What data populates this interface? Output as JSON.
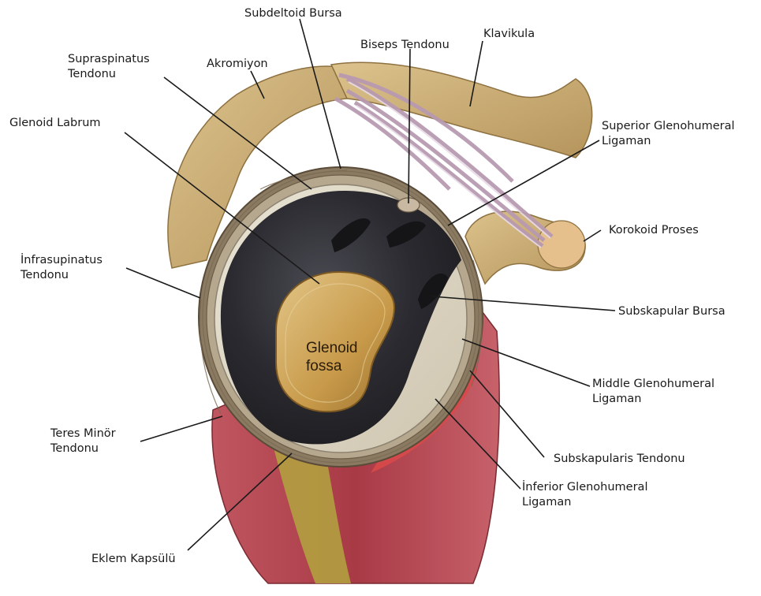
{
  "labels": {
    "subdeltoid_bursa": "Subdeltoid Bursa",
    "biseps_tendonu": "Biseps Tendonu",
    "klavikula": "Klavikula",
    "supraspinatus_line1": "Supraspinatus",
    "supraspinatus_line2": "Tendonu",
    "akromiyon": "Akromiyon",
    "glenoid_labrum": "Glenoid Labrum",
    "superior_gh_line1": "Superior Glenohumeral",
    "superior_gh_line2": "Ligaman",
    "korokoid_proses": "Korokoid Proses",
    "infraspinatus_line1": "İnfrasupinatus",
    "infraspinatus_line2": "Tendonu",
    "subskapular_bursa": "Subskapular Bursa",
    "glenoid_fossa_line1": "Glenoid",
    "glenoid_fossa_line2": "fossa",
    "middle_gh_line1": "Middle Glenohumeral",
    "middle_gh_line2": "Ligaman",
    "teres_minor_line1": "Teres Minör",
    "teres_minor_line2": "Tendonu",
    "subskapularis_tendonu": "Subskapularis Tendonu",
    "inferior_gh_line1": "İnferior Glenohumeral",
    "inferior_gh_line2": "Ligaman",
    "eklem_kapsulu": "Eklem Kapsülü"
  },
  "colors": {
    "bone": "#c9ab74",
    "muscle": "#b8434e",
    "cartilage_dark": "#2e2c33",
    "fossa": "#c99d4f",
    "ligament": "#cdb4c6",
    "leader": "#1a1a1a"
  }
}
